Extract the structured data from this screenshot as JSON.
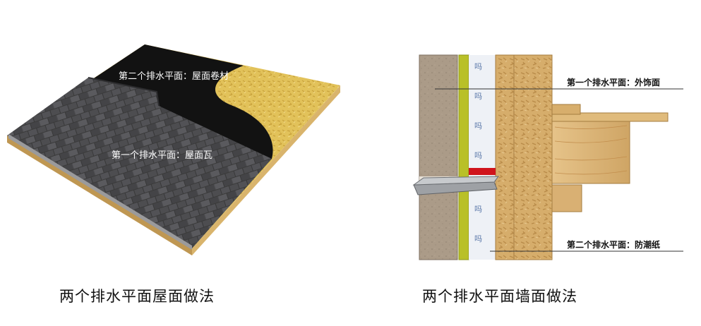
{
  "roof_figure": {
    "label_membrane": "第二个排水平面：屋面卷材",
    "label_shingle": "第一个排水平面：屋面瓦",
    "caption": "两个排水平面屋面做法"
  },
  "wall_figure": {
    "label_cladding": "第一个排水平面：外饰面",
    "label_wrap": "第二个排水平面：防潮纸",
    "caption": "两个排水平面墙面做法"
  },
  "colors": {
    "shingle": "#4a4a4c",
    "membrane": "#111111",
    "osb": "#e3c45c",
    "board_edge": "#c9a764",
    "wood": "#d8b077",
    "concrete": "#a89885",
    "flashing_red": "#d0141c"
  }
}
